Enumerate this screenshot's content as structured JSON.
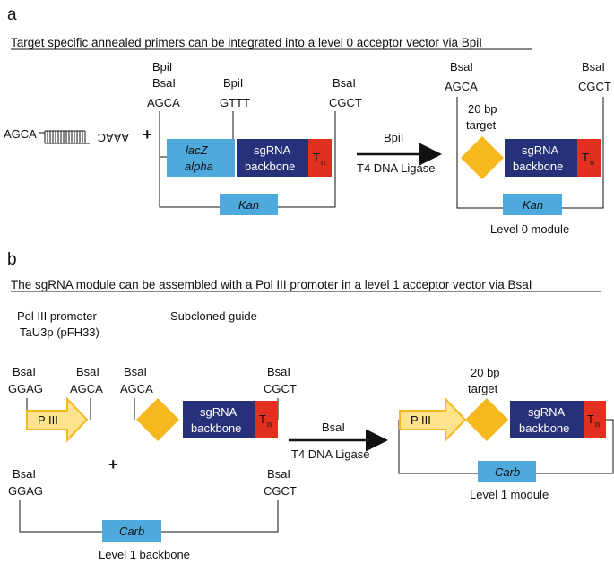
{
  "panel_a": {
    "letter": "a",
    "heading": "Target specific annealed primers can be integrated into a level 0 acceptor vector via BpiI",
    "primer_top": "AGCA",
    "primer_bottom": "AAAC",
    "plus": "+",
    "left_sites": [
      {
        "enzyme1": "BpiI",
        "enzyme2": "BsaI",
        "overhang": "AGCA"
      },
      {
        "enzyme1": "BpiI",
        "overhang": "GTTT"
      },
      {
        "enzyme1": "BsaI",
        "overhang": "CGCT"
      }
    ],
    "lacz_line1": "lacZ",
    "lacz_line2": "alpha",
    "sgrna_line1": "sgRNA",
    "sgrna_line2": "backbone",
    "terminator": "T",
    "terminator_sub": "n",
    "kan": "Kan",
    "arrow_enzyme": "BpiI",
    "arrow_ligase": "T4 DNA Ligase",
    "right_site1_enzyme": "BsaI",
    "right_site1_overhang": "AGCA",
    "right_site2_enzyme": "BsaI",
    "right_site2_overhang": "CGCT",
    "target_line1": "20 bp",
    "target_line2": "target",
    "module_label": "Level 0 module"
  },
  "panel_b": {
    "letter": "b",
    "heading": "The sgRNA module can be assembled with a Pol III promoter in a level 1 acceptor vector via BsaI",
    "promoter_title1": "Pol III promoter",
    "promoter_title2": "TaU3p (pFH33)",
    "guide_title": "Subcloned guide",
    "promoter_site1_enzyme": "BsaI",
    "promoter_site1_overhang": "GGAG",
    "promoter_site2_enzyme": "BsaI",
    "promoter_site2_overhang": "AGCA",
    "piii": "P III",
    "guide_site1_enzyme": "BsaI",
    "guide_site1_overhang": "AGCA",
    "guide_site2_enzyme": "BsaI",
    "guide_site2_overhang": "CGCT",
    "sgrna_line1": "sgRNA",
    "sgrna_line2": "backbone",
    "terminator": "T",
    "terminator_sub": "n",
    "plus": "+",
    "backbone_site1_enzyme": "BsaI",
    "backbone_site1_overhang": "GGAG",
    "backbone_site2_enzyme": "BsaI",
    "backbone_site2_overhang": "CGCT",
    "carb": "Carb",
    "backbone_label": "Level 1 backbone",
    "arrow_enzyme": "BsaI",
    "arrow_ligase": "T4 DNA Ligase",
    "target_line1": "20 bp",
    "target_line2": "target",
    "module_label": "Level 1 module"
  },
  "colors": {
    "lacz": "#4eaadc",
    "sgrna": "#26317a",
    "terminator": "#e03020",
    "kan": "#4eaadc",
    "target_diamond": "#f5b81e",
    "promoter_fill": "#fde38c",
    "promoter_stroke": "#f5b81e"
  }
}
